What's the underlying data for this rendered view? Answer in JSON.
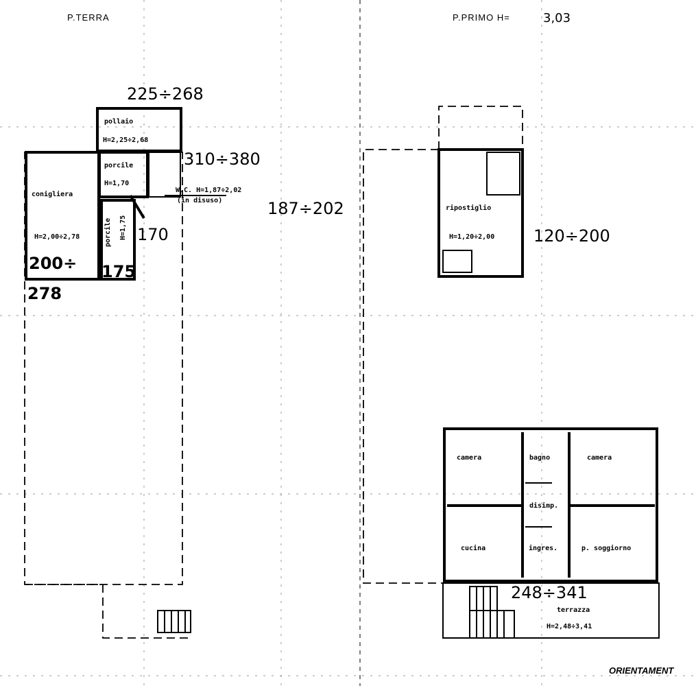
{
  "headers": {
    "ground_floor": "P.TERRA",
    "first_floor": "P.PRIMO  H=",
    "first_floor_height": "3,03"
  },
  "ground_floor": {
    "pollaio": {
      "name": "pollaio",
      "height": "H=2,25÷2,68",
      "annotation": "225÷268"
    },
    "porcile": {
      "name": "porcile",
      "height": "H=1,70",
      "annotation": "170"
    },
    "wc": {
      "name": "W.C.  H=1,87÷2,02",
      "note": "(in disuso)",
      "annotation": "187÷202",
      "annotation2": "310÷380"
    },
    "conigliera": {
      "name": "conigliera",
      "height": "H=2,00÷2,78",
      "annotation_a": "200÷",
      "annotation_b": "278"
    },
    "porcile2": {
      "name": "porcile",
      "height": "H=1,75",
      "annotation": "175"
    }
  },
  "first_floor": {
    "ripostiglio": {
      "name": "ripostiglio",
      "height": "H=1,20÷2,00",
      "annotation": "120÷200"
    },
    "rooms": [
      "camera",
      "bagno",
      "camera",
      "disimp.",
      "cucina",
      "ingres.",
      "p. soggiorno"
    ],
    "terrazza": {
      "name": "terrazza",
      "height": "H=2,48÷3,41",
      "annotation": "248÷341"
    }
  },
  "footer": {
    "orientation": "ORIENTAMENT"
  }
}
